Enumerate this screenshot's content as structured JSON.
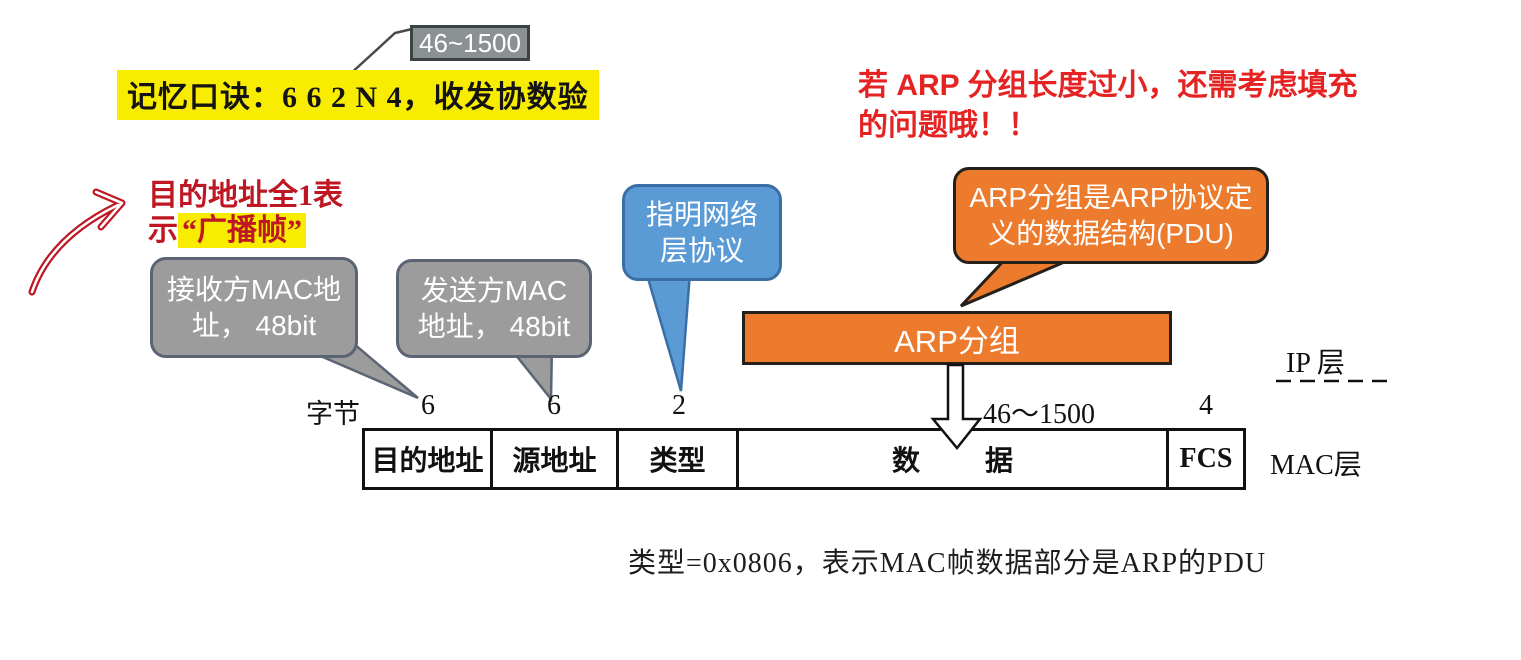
{
  "colors": {
    "yellow": "#F8EC00",
    "red_bright": "#E62323",
    "red_dark": "#BE1622",
    "gray_fill": "#9C9C9C",
    "gray_border": "#5A6472",
    "blue_fill": "#5B9BD5",
    "blue_border": "#3A6EA5",
    "orange_fill": "#EC7B2E",
    "orange_border": "#26201A",
    "box_fill": "#8B9192",
    "box_border": "#3C4344"
  },
  "mnemonic": {
    "text": "记忆口诀：6 6 2 N 4，收发协数验"
  },
  "length_box": {
    "text": "46~1500"
  },
  "warning_note": {
    "line1": "若 ARP 分组长度过小，还需考虑填充",
    "line2": "的问题哦！！"
  },
  "broadcast_note": {
    "line1": "目的地址全1表",
    "line2_prefix": "示",
    "line2_highlight": "“广播帧”"
  },
  "callouts": {
    "dest_mac": {
      "line1": "接收方MAC地",
      "line2": "址， 48bit"
    },
    "src_mac": {
      "line1": "发送方MAC",
      "line2": "地址， 48bit"
    },
    "type": {
      "line1": "指明网络",
      "line2": "层协议"
    },
    "arp_pdu": {
      "line1": "ARP分组是ARP协议定",
      "line2": "义的数据结构(PDU)"
    }
  },
  "arp_bar": {
    "label": "ARP分组"
  },
  "frame": {
    "unit_label": "字节",
    "cells": [
      {
        "label": "目的地址",
        "bytes": "6"
      },
      {
        "label": "源地址",
        "bytes": "6"
      },
      {
        "label": "类型",
        "bytes": "2"
      },
      {
        "label": "数 据",
        "bytes": "46～1500"
      },
      {
        "label": "FCS",
        "bytes": "4"
      }
    ]
  },
  "layers": {
    "ip": "IP 层",
    "mac": "MAC层"
  },
  "footnote": "类型=0x0806，表示MAC帧数据部分是ARP的PDU"
}
